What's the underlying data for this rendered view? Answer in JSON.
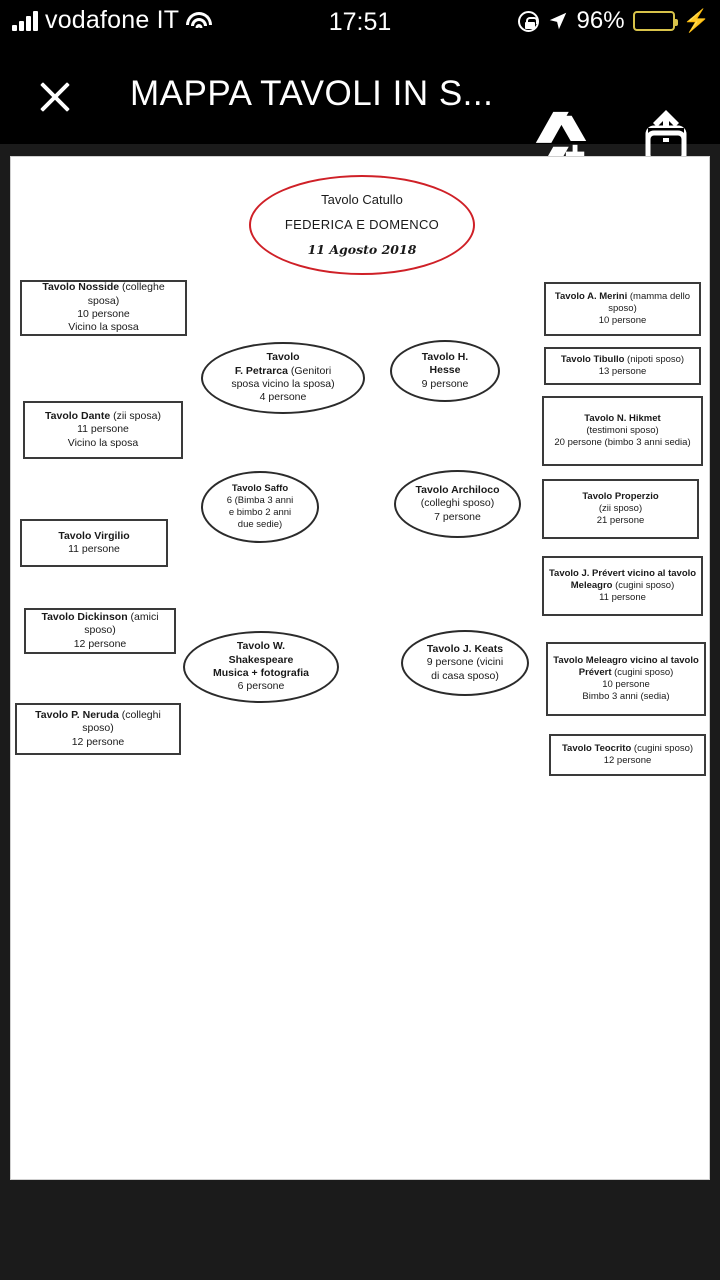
{
  "statusbar": {
    "carrier": "vodafone IT",
    "time": "17:51",
    "battery_pct": "96%",
    "signal_icon": "cellular-bars-icon",
    "wifi_icon": "wifi-icon",
    "lock_icon": "rotation-lock-icon",
    "location_icon": "location-arrow-icon",
    "battery_icon": "battery-icon",
    "charging_icon": "lightning-bolt-icon"
  },
  "toolbar": {
    "title": "MAPPA TAVOLI IN S...",
    "close_icon": "close-icon",
    "drive_icon": "add-to-drive-icon",
    "share_icon": "share-icon"
  },
  "document": {
    "head_table": {
      "line1": "Tavolo Catullo",
      "line2": "FEDERICA E DOMENCO",
      "line3": "11 Agosto 2018",
      "color": "#cf2027"
    },
    "left_boxes": [
      {
        "name": "Tavolo Nosside",
        "detail": " (colleghe sposa)",
        "lines": [
          "10 persone",
          "Vicino la sposa"
        ]
      },
      {
        "name": "Tavolo Dante",
        "detail": " (zii sposa)",
        "lines": [
          "11 persone",
          "Vicino la sposa"
        ]
      },
      {
        "name": "Tavolo Virgilio",
        "detail": "",
        "lines": [
          "11 persone"
        ]
      },
      {
        "name": "Tavolo Dickinson",
        "detail": " (amici sposo)",
        "lines": [
          "12 persone"
        ]
      },
      {
        "name": "Tavolo P. Neruda",
        "detail": " (colleghi sposo)",
        "lines": [
          "12 persone"
        ]
      }
    ],
    "center_ellipses": [
      {
        "l1": "Tavolo",
        "l2": "F. Petrarca",
        "l2d": " (Genitori",
        "l3": "sposa vicino la sposa)",
        "l4": "4 persone"
      },
      {
        "l1": "Tavolo Saffo",
        "l2": "6 (Bimba 3 anni",
        "l3": "e bimbo 2 anni",
        "l4": "due sedie)"
      },
      {
        "l1": "Tavolo W.",
        "l2": "Shakespeare",
        "l3": "Musica + fotografia",
        "l4": "6 persone"
      }
    ],
    "right_ellipses": [
      {
        "l1": "Tavolo H.",
        "l2": "Hesse",
        "l3": "9 persone"
      },
      {
        "l1": "Tavolo Archiloco",
        "l2": "(colleghi sposo)",
        "l3": "7 persone"
      },
      {
        "l1": "Tavolo J. Keats",
        "l2": "9 persone (vicini",
        "l3": "di casa sposo)"
      }
    ],
    "right_boxes": [
      {
        "name": "Tavolo A. Merini",
        "detail": " (mamma dello",
        "lines": [
          "sposo)",
          "10 persone"
        ]
      },
      {
        "name": "Tavolo Tibullo",
        "detail": " (nipoti sposo)",
        "lines": [
          "13 persone"
        ]
      },
      {
        "name": "Tavolo N. Hikmet",
        "detail": "",
        "lines": [
          "(testimoni sposo)",
          "20 persone (bimbo 3 anni sedia)"
        ]
      },
      {
        "name": "Tavolo Properzio",
        "detail": "",
        "lines": [
          "(zii sposo)",
          "21 persone"
        ]
      },
      {
        "name": "Tavolo J. Prévert vicino al tavolo",
        "detail2": "Meleagro",
        "detail": " (cugini sposo)",
        "lines": [
          "11 persone"
        ]
      },
      {
        "name": "Tavolo Meleagro vicino al tavolo",
        "detail2": "Prévert",
        "detail": " (cugini sposo)",
        "lines": [
          "10 persone",
          "Bimbo 3 anni (sedia)"
        ]
      },
      {
        "name": "Tavolo Teocrito",
        "detail": " (cugini sposo)",
        "lines": [
          "12 persone"
        ]
      }
    ]
  }
}
